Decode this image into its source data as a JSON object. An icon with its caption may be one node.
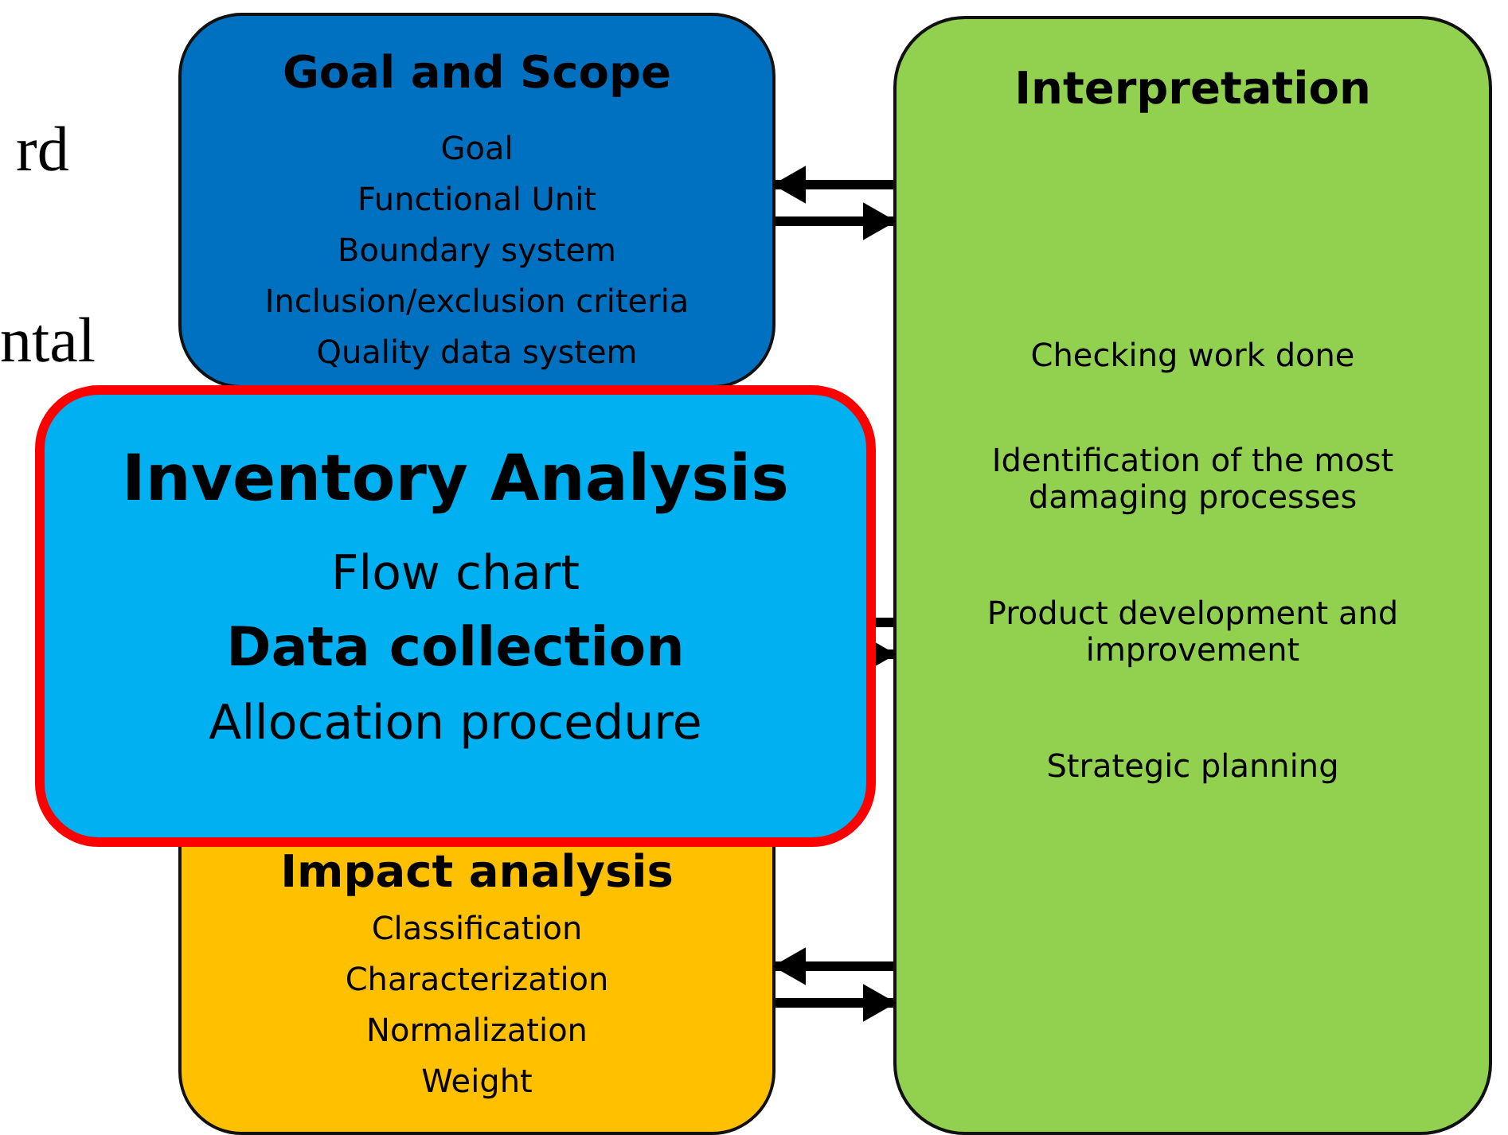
{
  "diagram": {
    "nodes": [
      {
        "text": [
          "Goal and Scope",
          "Goal",
          "Functional Unit",
          "Boundary system",
          "Inclusion/exclusion criteria",
          "Quality data system"
        ]
      },
      {
        "text": [
          "Interpretation",
          "Checking work done",
          "Identification of the most damaging processes",
          "Product development and improvement",
          "Strategic planning"
        ]
      },
      {
        "text": [
          "Inventory Analysis",
          "Flow chart",
          "Data collection",
          "Allocation procedure"
        ]
      },
      {
        "text": [
          "Impact analysis",
          "Classification",
          "Characterization",
          "Normalization",
          "Weight"
        ]
      }
    ],
    "edges": [
      {
        "from": 1,
        "to": 0,
        "arrow": "to"
      },
      {
        "from": 0,
        "to": 1,
        "arrow": "to"
      },
      {
        "from": 1,
        "to": 2,
        "arrow": "none"
      },
      {
        "from": 2,
        "to": 1,
        "arrow": "to"
      },
      {
        "from": 1,
        "to": 3,
        "arrow": "to"
      },
      {
        "from": 3,
        "to": 1,
        "arrow": "to"
      }
    ],
    "labels": [
      "rd",
      "ntal"
    ]
  }
}
